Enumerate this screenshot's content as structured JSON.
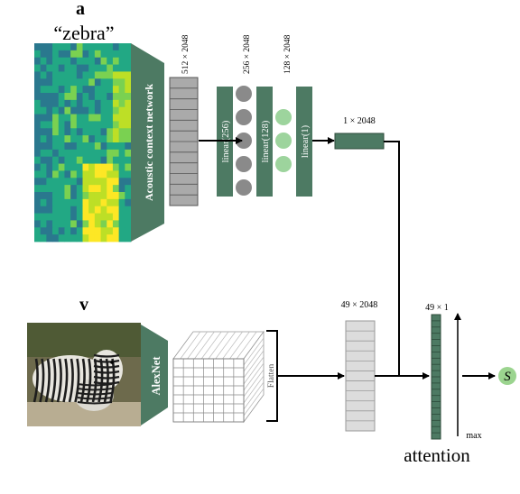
{
  "audio_branch": {
    "label": "a",
    "word": "“zebra”",
    "network_label": "Acoustic context network",
    "dims": {
      "context": "512 × 2048",
      "l1": "256 × 2048",
      "l2": "128 × 2048",
      "out": "1 × 2048"
    },
    "layers": [
      "linear(256)",
      "linear(128)",
      "linear(1)"
    ]
  },
  "visual_branch": {
    "label": "v",
    "network_label": "AlexNet",
    "flatten_label": "Flatten",
    "dims": {
      "features": "49 × 2048",
      "attention": "49 × 1"
    }
  },
  "attention": {
    "label": "attention",
    "max_label": "max",
    "output_symbol": "S"
  },
  "colors": {
    "network_block": "#4d7a63",
    "dark_green": "#3f6b53",
    "light_green": "#9dd49d",
    "gray_node": "#8a8a8a",
    "gray_block": "#aaaaaa",
    "light_gray_block": "#dcdcdc",
    "output_circle": "#9bd48f"
  }
}
